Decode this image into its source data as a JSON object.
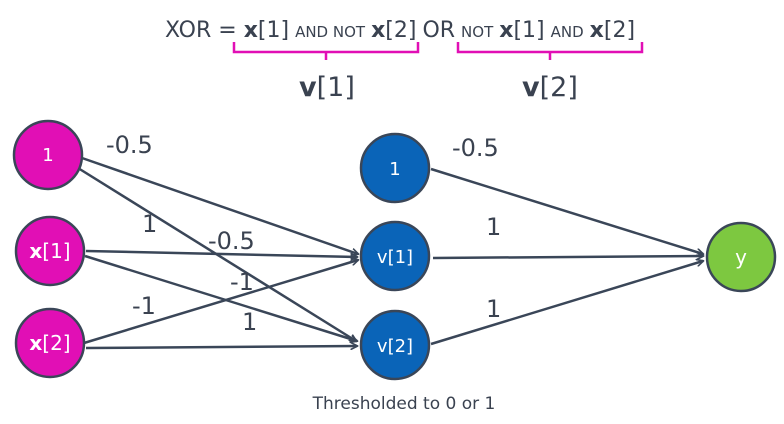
{
  "formula": {
    "lhs": "XOR = ",
    "x": "x",
    "i1": "[1]",
    "i2": "[2]",
    "and_not": "AND NOT",
    "or": "OR",
    "not": "NOT",
    "and": "AND"
  },
  "brace_labels": {
    "v": "v",
    "v1_idx": "[1]",
    "v2_idx": "[2]"
  },
  "nodes": {
    "bias_in": "1",
    "x_bold": "x",
    "x1_idx": "[1]",
    "x2_idx": "[2]",
    "bias_hidden": "1",
    "v1": "v[1]",
    "v2": "v[2]",
    "y": "y"
  },
  "weights": {
    "bias_to_v1": "-0.5",
    "x1_to_v1": "1",
    "x2_to_v1": "-1",
    "bias_to_v2": "-0.5",
    "x1_to_v2": "-1",
    "x2_to_v2": "1",
    "bias_to_y": "-0.5",
    "v1_to_y": "1",
    "v2_to_y": "1"
  },
  "caption": "Thresholded to 0 or 1",
  "colors": {
    "input": "#e10fb5",
    "hidden": "#0a64b8",
    "output": "#7dc840",
    "edge": "#3a4658",
    "brace": "#e10fb5",
    "text": "#3a4250"
  }
}
